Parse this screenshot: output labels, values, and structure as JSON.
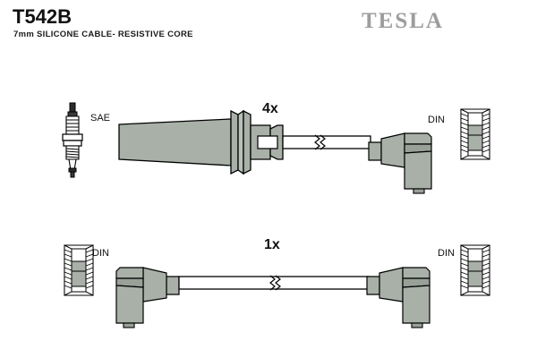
{
  "header": {
    "part_number": "T542B",
    "description": "7mm SILICONE CABLE- RESISTIVE CORE",
    "brand": "TESLA",
    "brand_color": "#9d9d9d"
  },
  "colors": {
    "body_fill": "#a8b0a8",
    "body_fill_light": "#b9c0b9",
    "body_fill_dark": "#98a098",
    "outline": "#000000",
    "background": "#ffffff",
    "text": "#111111"
  },
  "diagram": {
    "rows": [
      {
        "id": "row-top",
        "quantity_label": "4x",
        "left_terminal_label": "SAE",
        "left_terminal_type": "spark-plug",
        "right_terminal_label": "DIN",
        "right_terminal_type": "din-socket",
        "connector_left_type": "straight-boot",
        "connector_right_type": "right-angle-boot",
        "cable_has_break_symbol": true
      },
      {
        "id": "row-bottom",
        "quantity_label": "1x",
        "left_terminal_label": "DIN",
        "left_terminal_type": "din-socket",
        "right_terminal_label": "DIN",
        "right_terminal_type": "din-socket",
        "connector_left_type": "right-angle-boot",
        "connector_right_type": "right-angle-boot",
        "cable_has_break_symbol": true
      }
    ]
  }
}
